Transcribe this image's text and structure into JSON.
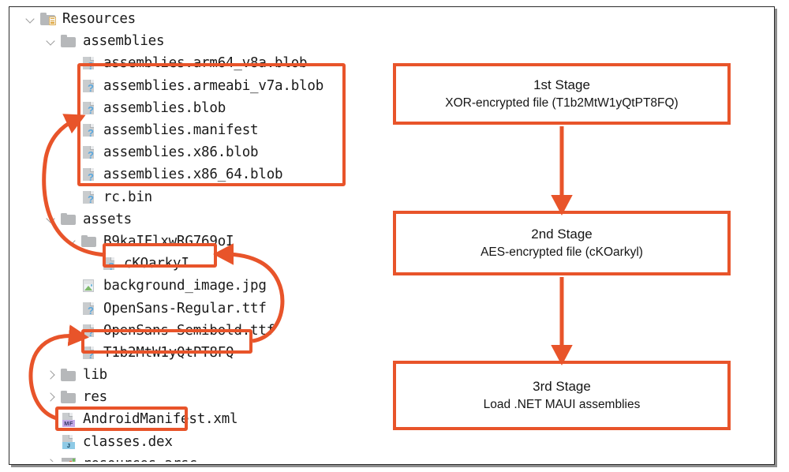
{
  "accent_color": "#e8542a",
  "file_tree": {
    "items": [
      {
        "label": "Resources",
        "icon": "folder-resources-icon",
        "indent": 0,
        "chevron": "down",
        "type": "folder-special"
      },
      {
        "label": "assemblies",
        "icon": "folder-icon",
        "indent": 1,
        "chevron": "down",
        "type": "folder"
      },
      {
        "label": "assemblies.arm64_v8a.blob",
        "icon": "unknown-file-icon",
        "indent": 2,
        "chevron": "none",
        "type": "file"
      },
      {
        "label": "assemblies.armeabi_v7a.blob",
        "icon": "unknown-file-icon",
        "indent": 2,
        "chevron": "none",
        "type": "file"
      },
      {
        "label": "assemblies.blob",
        "icon": "unknown-file-icon",
        "indent": 2,
        "chevron": "none",
        "type": "file"
      },
      {
        "label": "assemblies.manifest",
        "icon": "unknown-file-icon",
        "indent": 2,
        "chevron": "none",
        "type": "file"
      },
      {
        "label": "assemblies.x86.blob",
        "icon": "unknown-file-icon",
        "indent": 2,
        "chevron": "none",
        "type": "file"
      },
      {
        "label": "assemblies.x86_64.blob",
        "icon": "unknown-file-icon",
        "indent": 2,
        "chevron": "none",
        "type": "file"
      },
      {
        "label": "rc.bin",
        "icon": "unknown-file-icon",
        "indent": 2,
        "chevron": "none",
        "type": "file"
      },
      {
        "label": "assets",
        "icon": "folder-icon",
        "indent": 1,
        "chevron": "down",
        "type": "folder"
      },
      {
        "label": "B9kaIFlxwRG769oI",
        "icon": "folder-icon",
        "indent": 2,
        "chevron": "down",
        "type": "folder"
      },
      {
        "label": "cKOarkyI",
        "icon": "unknown-file-icon",
        "indent": 3,
        "chevron": "none",
        "type": "file"
      },
      {
        "label": "background_image.jpg",
        "icon": "image-file-icon",
        "indent": 2,
        "chevron": "none",
        "type": "file"
      },
      {
        "label": "OpenSans-Regular.ttf",
        "icon": "unknown-file-icon",
        "indent": 2,
        "chevron": "none",
        "type": "file"
      },
      {
        "label": "OpenSans-Semibold.ttf",
        "icon": "unknown-file-icon",
        "indent": 2,
        "chevron": "none",
        "type": "file"
      },
      {
        "label": "T1b2MtW1yQtPT8FQ",
        "icon": "unknown-file-icon",
        "indent": 2,
        "chevron": "none",
        "type": "file"
      },
      {
        "label": "lib",
        "icon": "folder-icon",
        "indent": 1,
        "chevron": "right",
        "type": "folder"
      },
      {
        "label": "res",
        "icon": "folder-icon",
        "indent": 1,
        "chevron": "right",
        "type": "folder"
      },
      {
        "label": "AndroidManifest.xml",
        "icon": "manifest-file-icon",
        "indent": 1,
        "chevron": "none",
        "type": "file",
        "badge": "MF"
      },
      {
        "label": "classes.dex",
        "icon": "dex-file-icon",
        "indent": 1,
        "chevron": "none",
        "type": "file",
        "badge": "J"
      },
      {
        "label": "resources.arsc",
        "icon": "arsc-file-icon",
        "indent": 1,
        "chevron": "right",
        "type": "file"
      }
    ]
  },
  "highlights": {
    "assemblies_group": "assemblies blob files",
    "ckoarkyi": "cKOarkyI",
    "t1b2": "T1b2MtW1yQtPT8FQ",
    "classes_dex": "classes.dex"
  },
  "flow": {
    "stages": [
      {
        "title": "1st Stage",
        "subtitle": "XOR-encrypted file (T1b2MtW1yQtPT8FQ)"
      },
      {
        "title": "2nd Stage",
        "subtitle": "AES-encrypted file (cKOarkyl)"
      },
      {
        "title": "3rd Stage",
        "subtitle": "Load .NET MAUI assemblies"
      }
    ]
  }
}
